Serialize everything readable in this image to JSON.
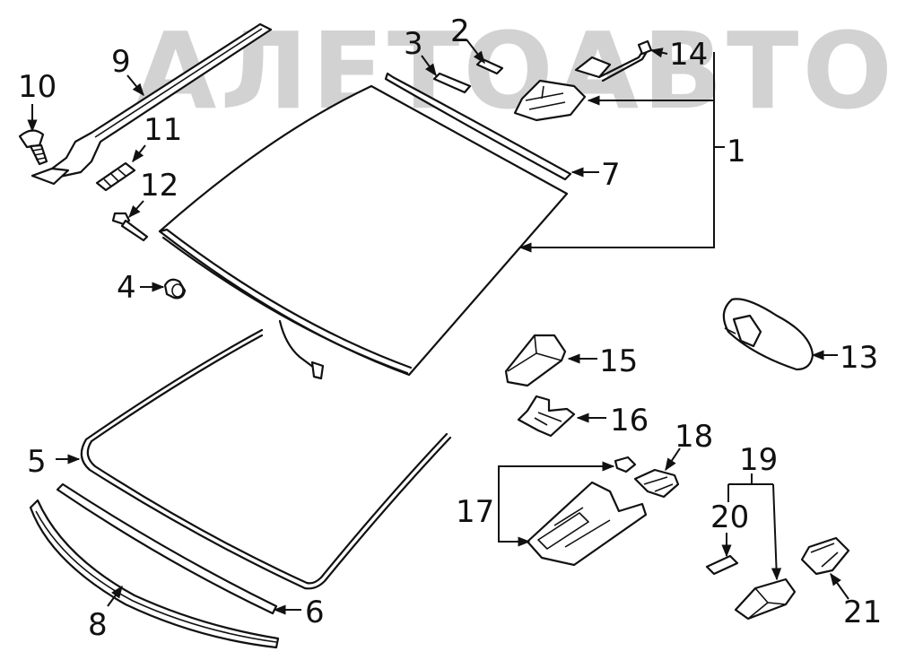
{
  "watermark": {
    "text": "АЛЕТОАВТО"
  },
  "callouts": {
    "c1": "1",
    "c2": "2",
    "c3": "3",
    "c4": "4",
    "c5": "5",
    "c6": "6",
    "c7": "7",
    "c8": "8",
    "c9": "9",
    "c10": "10",
    "c11": "11",
    "c12": "12",
    "c13": "13",
    "c14": "14",
    "c15": "15",
    "c16": "16",
    "c17": "17",
    "c18": "18",
    "c19": "19",
    "c20": "20",
    "c21": "21"
  }
}
